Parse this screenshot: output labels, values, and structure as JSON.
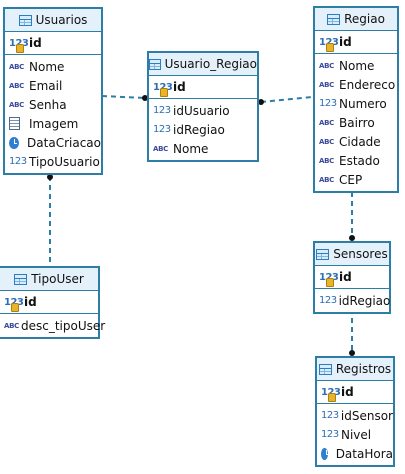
{
  "entities": {
    "usuarios": {
      "title": "Usuarios",
      "pk": "id",
      "fields": [
        "Nome",
        "Email",
        "Senha",
        "Imagem",
        "DataCriacao",
        "TipoUsuario"
      ],
      "field_icons": [
        "abc-icon",
        "abc-icon",
        "abc-icon",
        "image-icon",
        "clock-icon",
        "number-icon"
      ]
    },
    "usuario_regiao": {
      "title": "Usuario_Regiao",
      "pk": "id",
      "fields": [
        "idUsuario",
        "idRegiao",
        "Nome"
      ],
      "field_icons": [
        "number-icon",
        "number-icon",
        "abc-icon"
      ]
    },
    "regiao": {
      "title": "Regiao",
      "pk": "id",
      "fields": [
        "Nome",
        "Endereco",
        "Numero",
        "Bairro",
        "Cidade",
        "Estado",
        "CEP"
      ],
      "field_icons": [
        "abc-icon",
        "abc-icon",
        "number-icon",
        "abc-icon",
        "abc-icon",
        "abc-icon",
        "abc-icon"
      ]
    },
    "tipouser": {
      "title": "TipoUser",
      "pk": "id",
      "fields": [
        "desc_tipoUser"
      ],
      "field_icons": [
        "abc-icon"
      ]
    },
    "sensores": {
      "title": "Sensores",
      "pk": "id",
      "fields": [
        "idRegiao"
      ],
      "field_icons": [
        "number-icon"
      ]
    },
    "registros": {
      "title": "Registros",
      "pk": "id",
      "fields": [
        "idSensor",
        "Nivel",
        "DataHora"
      ],
      "field_icons": [
        "number-icon",
        "number-icon",
        "clock-icon"
      ]
    }
  },
  "icon_glyphs": {
    "number": "123",
    "abc": "ABC"
  },
  "colors": {
    "border": "#2c7ea7",
    "header_bg": "#e5f1fa",
    "connector": "#2c7ea7"
  }
}
